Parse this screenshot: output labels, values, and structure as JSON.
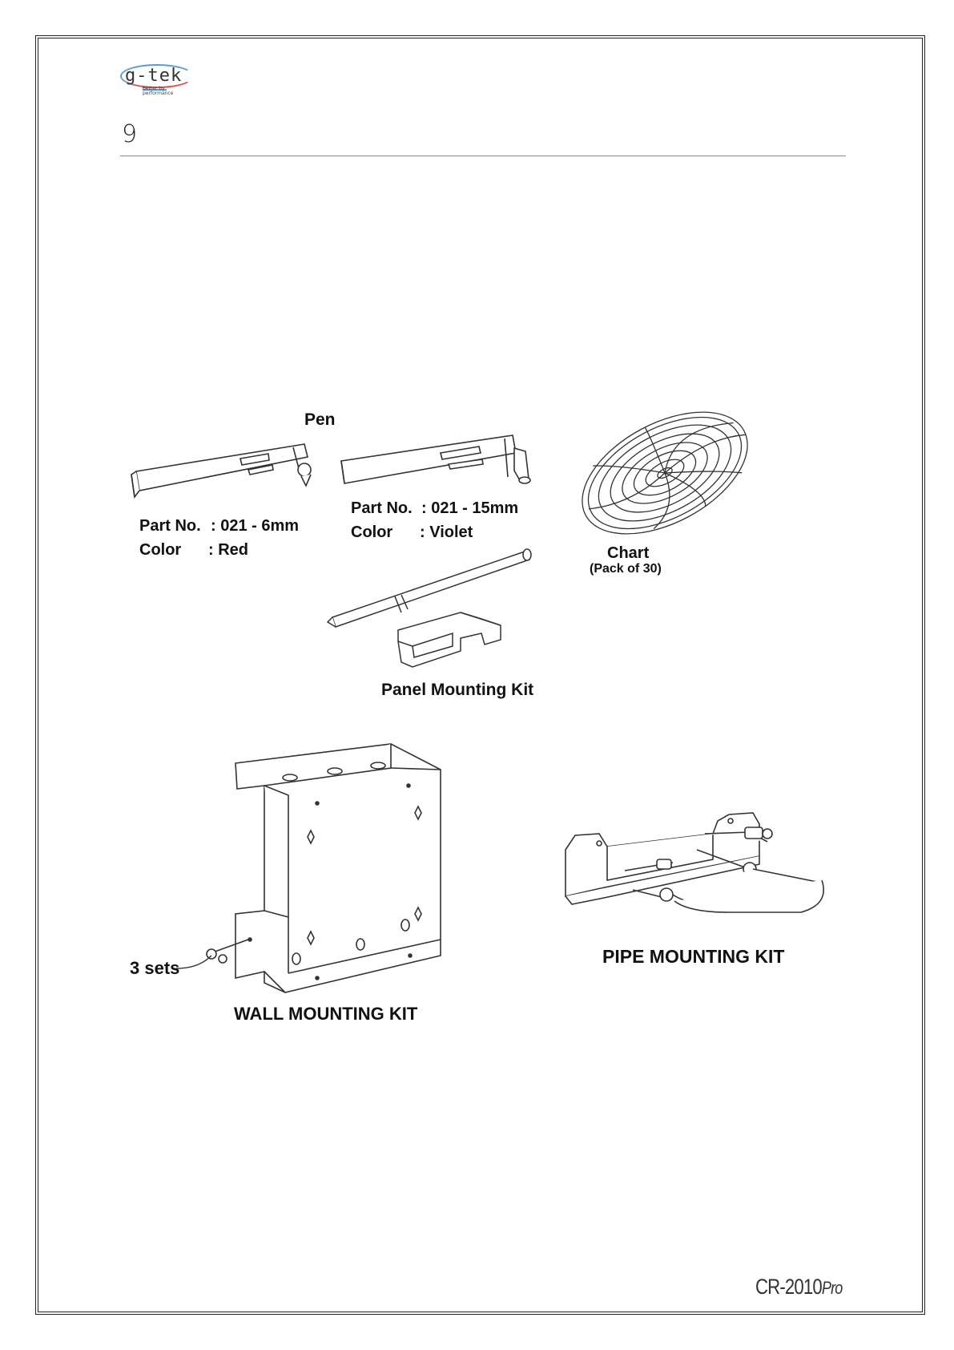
{
  "header": {
    "logo_text": "g-tek",
    "logo_tagline": "better by performance",
    "page_number": "9"
  },
  "pen": {
    "title": "Pen",
    "red": {
      "part_label": "Part No.",
      "part_value": ": 021 - 6mm",
      "color_label": "Color",
      "color_value": ": Red"
    },
    "violet": {
      "part_label": "Part No.",
      "part_value": ": 021 - 15mm",
      "color_label": "Color",
      "color_value": ": Violet"
    }
  },
  "chart": {
    "title": "Chart",
    "subtitle": "(Pack of 30)"
  },
  "panel_kit": {
    "title": "Panel Mounting Kit"
  },
  "wall_kit": {
    "title": "WALL MOUNTING KIT",
    "callout": "3 sets"
  },
  "pipe_kit": {
    "title": "PIPE MOUNTING KIT"
  },
  "footer": {
    "model": "CR-2010",
    "suffix": "Pro"
  }
}
